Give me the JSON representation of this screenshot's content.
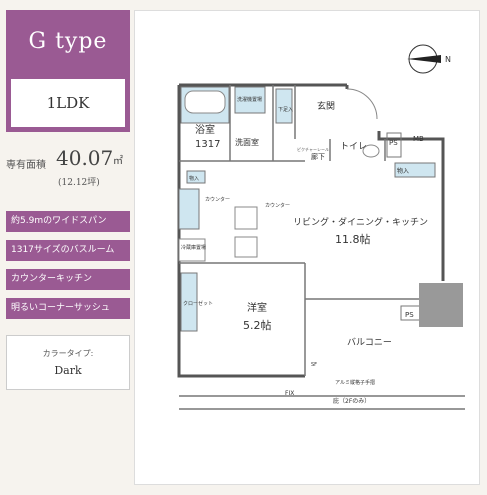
{
  "header": {
    "type_name": "G type",
    "layout": "1LDK"
  },
  "area": {
    "label": "専有面積",
    "value": "40.07",
    "unit": "㎡",
    "tsubo": "(12.12坪)"
  },
  "features": [
    "約5.9mのワイドスパン",
    "1317サイズのバスルーム",
    "カウンターキッチン",
    "明るいコーナーサッシュ"
  ],
  "color": {
    "label": "カラータイプ:",
    "value": "Dark"
  },
  "plan": {
    "bath": "浴室",
    "bath_size": "1317",
    "laundry": "洗濯機置場",
    "washroom": "洗面室",
    "shoebox": "下足入",
    "entrance": "玄関",
    "picture_rail_1": "ピクチャーレール",
    "hallway": "廊下",
    "toilet": "トイレ",
    "ps": "PS",
    "mb": "MB",
    "storage": "物入",
    "counter": "カウンター",
    "fridge": "冷蔵庫置場",
    "ldk": "リビング・ダイニング・キッチン",
    "ldk_size": "11.8帖",
    "bedroom": "洋室",
    "bedroom_size": "5.2帖",
    "closet": "クローゼット",
    "balcony": "バルコニー",
    "handrail": "アルミ縦格子手摺",
    "fix": "FIX",
    "balcony_note": "庇（2Fのみ）",
    "sf": "SF",
    "n": "N"
  },
  "colors": {
    "accent": "#9a5a93",
    "wet_area": "#cfe6f0"
  }
}
